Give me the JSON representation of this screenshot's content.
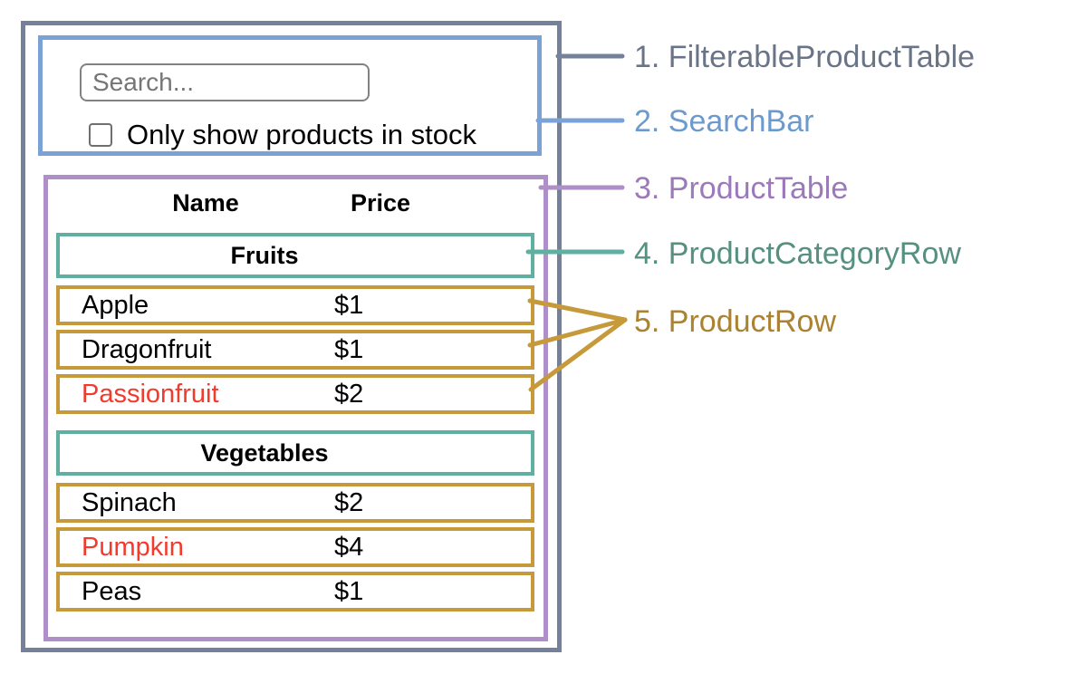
{
  "colors": {
    "outer": "#75819a",
    "blue": "#7ba2d7",
    "purple": "#ae8fc7",
    "teal": "#5fb0a0",
    "gold": "#c6993b",
    "red": "#f23a2d",
    "input-border": "#828282",
    "placeholder": "#767676",
    "checkbox-border": "#6f6f6f"
  },
  "search_bar": {
    "placeholder": "Search...",
    "checkbox_label": "Only show products in stock",
    "checkbox_checked": false
  },
  "table": {
    "name_header": "Name",
    "price_header": "Price",
    "sections": [
      {
        "category": "Fruits",
        "rows": [
          {
            "name": "Apple",
            "price": "$1",
            "red": false
          },
          {
            "name": "Dragonfruit",
            "price": "$1",
            "red": false
          },
          {
            "name": "Passionfruit",
            "price": "$2",
            "red": true
          }
        ]
      },
      {
        "category": "Vegetables",
        "rows": [
          {
            "name": "Spinach",
            "price": "$2",
            "red": false
          },
          {
            "name": "Pumpkin",
            "price": "$4",
            "red": true
          },
          {
            "name": "Peas",
            "price": "$1",
            "red": false
          }
        ]
      }
    ]
  },
  "annotations": [
    {
      "text": "1. FilterableProductTable",
      "color": "#6a7487"
    },
    {
      "text": "2. SearchBar",
      "color": "#6d9ace"
    },
    {
      "text": "3. ProductTable",
      "color": "#9b79ba"
    },
    {
      "text": "4. ProductCategoryRow",
      "color": "#559081"
    },
    {
      "text": "5. ProductRow",
      "color": "#aa8231"
    }
  ]
}
